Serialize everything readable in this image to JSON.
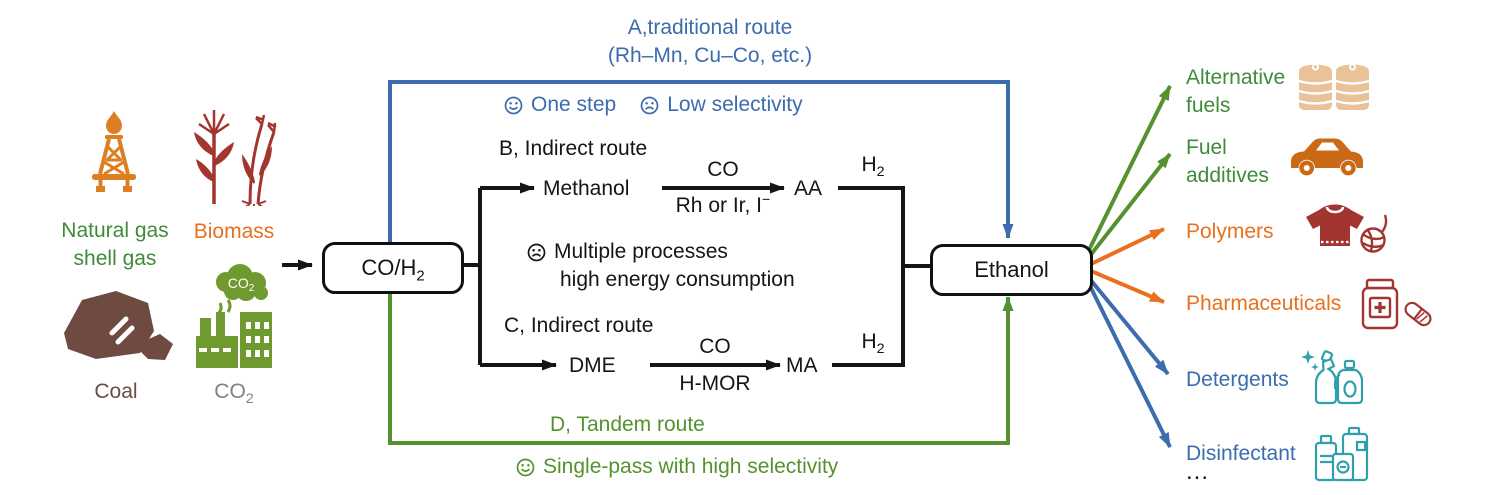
{
  "colors": {
    "black": "#151515",
    "blue": "#3c6cae",
    "green_line": "#55922f",
    "green_text": "#3e8b3a",
    "orange": "#e8701f",
    "dark_red": "#a23530",
    "brown": "#6e4a41",
    "olive": "#6f9a30",
    "gray": "#7b8288",
    "teal": "#2f9fae",
    "tan": "#e9c29a",
    "car_orange": "#cb6a16",
    "derrick_orange": "#dd7e23"
  },
  "feedstocks": {
    "natural_gas": {
      "line1": "Natural gas",
      "line2": "shell gas"
    },
    "biomass": {
      "label": "Biomass"
    },
    "coal": {
      "label": "Coal"
    },
    "co2": {
      "main": "CO",
      "sub": "2"
    }
  },
  "syngas": {
    "main": "CO/H",
    "sub": "2"
  },
  "ethanol": {
    "label": "Ethanol"
  },
  "route_a": {
    "title1": "A,traditional route",
    "title2": "(Rh–Mn, Cu–Co, etc.)",
    "pro": "One step",
    "con": "Low selectivity"
  },
  "route_b": {
    "title": "B, Indirect route",
    "step1": "Methanol",
    "above": "CO",
    "below_main": "Rh or Ir, I",
    "below_sup": "−",
    "step2": "AA",
    "h2_main": "H",
    "h2_sub": "2",
    "con1": "Multiple processes",
    "con2": "high energy consumption"
  },
  "route_c": {
    "title": "C, Indirect route",
    "step1": "DME",
    "above": "CO",
    "below": "H-MOR",
    "step2": "MA",
    "h2_main": "H",
    "h2_sub": "2"
  },
  "route_d": {
    "title": "D, Tandem route",
    "pro": "Single-pass with high selectivity"
  },
  "products": {
    "alt_fuels": {
      "line1": "Alternative",
      "line2": "fuels"
    },
    "fuel_additives": {
      "line1": "Fuel",
      "line2": "additives"
    },
    "polymers": {
      "label": "Polymers"
    },
    "pharmaceuticals": {
      "label": "Pharmaceuticals"
    },
    "detergents": {
      "label": "Detergents"
    },
    "disinfectant": {
      "label": "Disinfectant"
    },
    "more": "..."
  },
  "cloud_text": {
    "main": "CO",
    "sub": "2"
  },
  "icons": {
    "natural_gas": "oil-derrick",
    "biomass": "plants",
    "coal": "coal-rocks",
    "co2": "factory-emissions",
    "alt_fuels": "oil-barrels",
    "fuel_additives": "car",
    "polymers": "sweater-and-yarn",
    "pharmaceuticals": "medicine-jar-and-capsule",
    "detergents": "detergent-bottles",
    "disinfectant": "disinfectant-bottles",
    "pro": "smiley-face",
    "con": "frowny-face"
  }
}
